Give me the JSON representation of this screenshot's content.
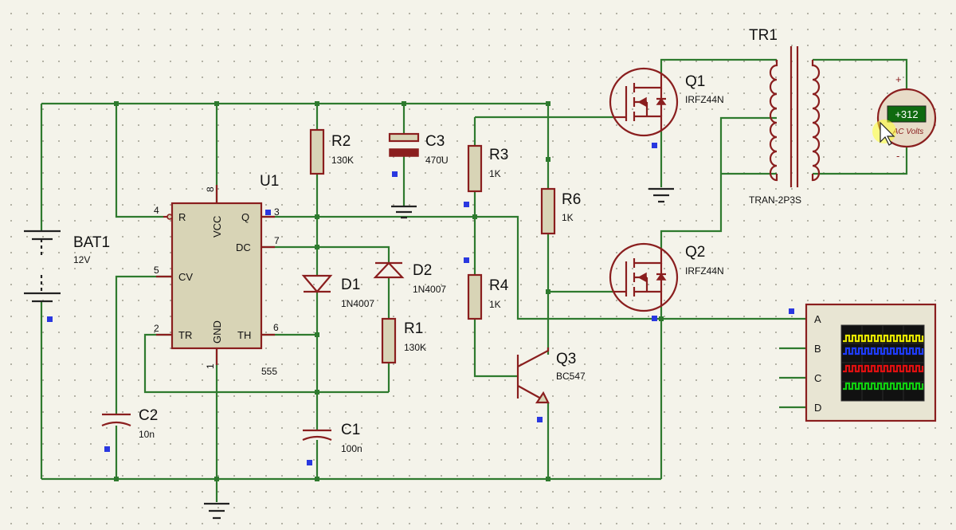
{
  "components": {
    "u1": {
      "ref": "U1",
      "type": "555"
    },
    "bat1": {
      "ref": "BAT1",
      "value": "12V"
    },
    "r1": {
      "ref": "R1",
      "value": "130K"
    },
    "r2": {
      "ref": "R2",
      "value": "130K"
    },
    "r3": {
      "ref": "R3",
      "value": "1K"
    },
    "r4": {
      "ref": "R4",
      "value": "1K"
    },
    "r6": {
      "ref": "R6",
      "value": "1K"
    },
    "c1": {
      "ref": "C1",
      "value": "100n"
    },
    "c2": {
      "ref": "C2",
      "value": "10n"
    },
    "c3": {
      "ref": "C3",
      "value": "470U"
    },
    "d1": {
      "ref": "D1",
      "value": "1N4007"
    },
    "d2": {
      "ref": "D2",
      "value": "1N4007"
    },
    "q1": {
      "ref": "Q1",
      "value": "IRFZ44N"
    },
    "q2": {
      "ref": "Q2",
      "value": "IRFZ44N"
    },
    "q3": {
      "ref": "Q3",
      "value": "BC547"
    },
    "tr1": {
      "ref": "TR1",
      "value": "TRAN-2P3S"
    }
  },
  "u1_pins": {
    "r": "R",
    "vcc": "VCC",
    "q": "Q",
    "dc": "DC",
    "cv": "CV",
    "tr": "TR",
    "gnd": "GND",
    "th": "TH",
    "n4": "4",
    "n8": "8",
    "n3": "3",
    "n7": "7",
    "n5": "5",
    "n2": "2",
    "n1": "1",
    "n6": "6"
  },
  "voltmeter": {
    "reading": "+312",
    "unit": "AC Volts",
    "plus": "+",
    "minus": "-"
  },
  "oscilloscope": {
    "channels": [
      "A",
      "B",
      "C",
      "D"
    ],
    "trace_colors": [
      "#e8e800",
      "#1e3cff",
      "#e01010",
      "#10d010"
    ]
  },
  "colors": {
    "wire": "#2e7a2e",
    "device": "#8a1e1e",
    "pin_marker": "#2a38e0",
    "background": "#f4f3ea"
  }
}
